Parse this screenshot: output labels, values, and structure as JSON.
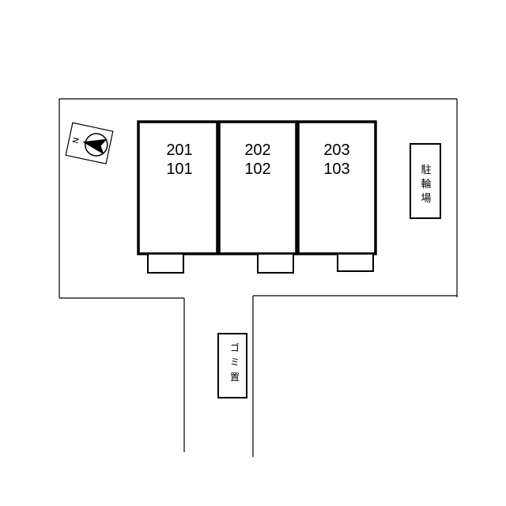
{
  "units": [
    {
      "upper": "201",
      "lower": "101"
    },
    {
      "upper": "202",
      "lower": "102"
    },
    {
      "upper": "203",
      "lower": "103"
    }
  ],
  "bicycle_parking": {
    "chars": [
      "駐",
      "輪",
      "場"
    ]
  },
  "garbage_area": {
    "chars": [
      "ゴ",
      "ミ",
      "置"
    ]
  },
  "compass": {
    "north_label": "N",
    "icon": "compass-north-arrow"
  }
}
